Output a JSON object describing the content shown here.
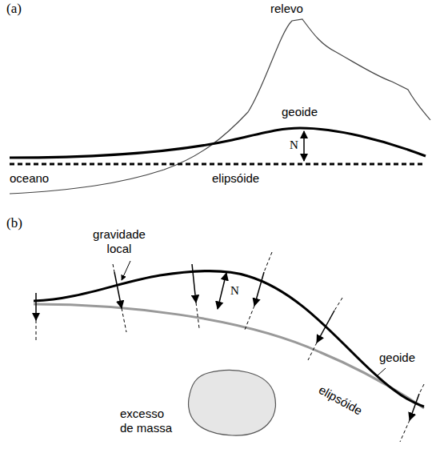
{
  "diagram": {
    "nodes": [
      {
        "text": [
          "excesso de massa"
        ]
      }
    ],
    "labels": [
      "(a)",
      "relevo",
      "geoide",
      "N",
      "oceano",
      "elipsóide",
      "(b)",
      "gravidade local",
      "N",
      "geoide",
      "elipsóide"
    ]
  }
}
